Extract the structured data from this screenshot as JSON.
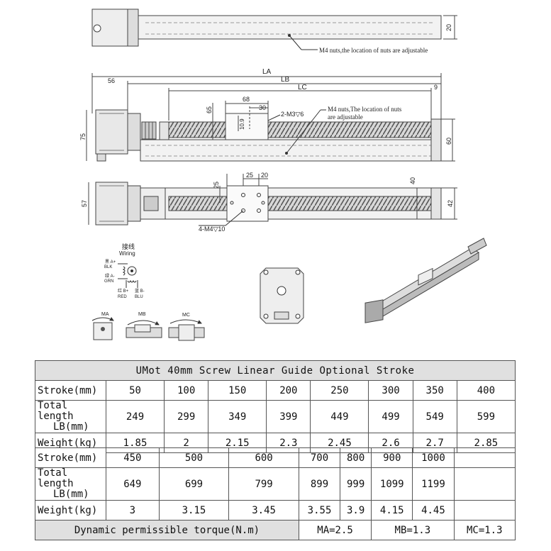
{
  "drawing": {
    "top_view": {
      "dim_20": "20",
      "note": "M4 nuts,the location of nuts are adjustable"
    },
    "side_view": {
      "LA": "LA",
      "LB": "LB",
      "LC": "LC",
      "dim_56": "56",
      "dim_9": "9",
      "dim_68": "68",
      "dim_30": "30",
      "dim_65": "65",
      "dim_75": "75",
      "dim_60": "60",
      "dim_109": "10.9",
      "hole_label": "2-M3▽6",
      "note_line1": "M4 nuts,The location of nuts",
      "note_line2": "are adjustable"
    },
    "bottom_view": {
      "dim_25a": "25",
      "dim_25b": "25",
      "dim_20": "20",
      "dim_57": "57",
      "dim_40": "40",
      "dim_42": "42",
      "hole_label": "4-M4▽10"
    },
    "wiring": {
      "title_cn": "接线",
      "title_en": "Wiring",
      "a_plus": "黑 A+",
      "blk": "BLK",
      "a_minus": "绿 A-",
      "grn": "GRN",
      "b_plus": "红 B+",
      "red": "RED",
      "b_minus": "蓝 B-",
      "blu": "BLU"
    },
    "moments": {
      "ma": "MA",
      "mb": "MB",
      "mc": "MC"
    }
  },
  "table": {
    "title": "UMot 40mm Screw Linear Guide Optional Stroke",
    "row_labels": {
      "stroke": "Stroke(mm)",
      "total_line1": "Total length",
      "total_line2": "LB(mm)",
      "weight": "Weight(kg)"
    },
    "part1": {
      "stroke": [
        "50",
        "100",
        "150",
        "200",
        "250",
        "300",
        "350",
        "400"
      ],
      "total": [
        "249",
        "299",
        "349",
        "399",
        "449",
        "499",
        "549",
        "599"
      ],
      "weight": [
        "1.85",
        "2",
        "2.15",
        "2.3",
        "2.45",
        "2.6",
        "2.7",
        "2.85"
      ]
    },
    "part2": {
      "stroke": [
        "450",
        "500",
        "600",
        "700",
        "800",
        "900",
        "1000",
        ""
      ],
      "total": [
        "649",
        "699",
        "799",
        "899",
        "999",
        "1099",
        "1199",
        ""
      ],
      "weight": [
        "3",
        "3.15",
        "3.45",
        "3.55",
        "3.9",
        "4.15",
        "4.45",
        ""
      ]
    },
    "torque": {
      "label": "Dynamic permissible torque(N.m)",
      "ma": "MA=2.5",
      "mb": "MB=1.3",
      "mc": "MC=1.3"
    }
  }
}
